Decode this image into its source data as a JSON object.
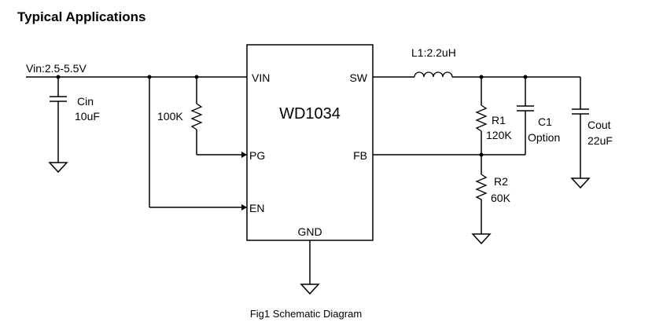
{
  "section_title": "Typical Applications",
  "caption": "Fig1 Schematic Diagram",
  "ic": {
    "name": "WD1034",
    "pins": {
      "vin": "VIN",
      "sw": "SW",
      "pg": "PG",
      "fb": "FB",
      "en": "EN",
      "gnd": "GND"
    }
  },
  "supply": {
    "label": "Vin:2.5-5.5V"
  },
  "components": {
    "cin": {
      "name": "Cin",
      "value": "10uF"
    },
    "pullup": {
      "value": "100K"
    },
    "l1": {
      "label": "L1:2.2uH"
    },
    "r1": {
      "name": "R1",
      "value": "120K"
    },
    "c1": {
      "name": "C1",
      "value": "Option"
    },
    "cout": {
      "name": "Cout",
      "value": "22uF"
    },
    "r2": {
      "name": "R2",
      "value": "60K"
    }
  }
}
